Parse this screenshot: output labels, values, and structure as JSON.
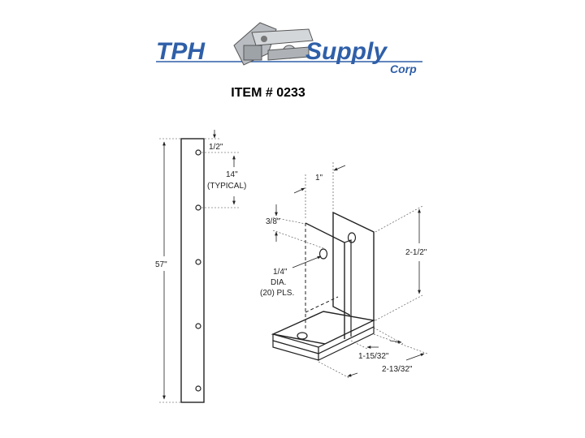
{
  "logo": {
    "brand_left": "TPH",
    "brand_right": "Supply",
    "brand_sub": "Corp",
    "primary_color": "#2f5fa8",
    "secondary_color": "#8a8f96"
  },
  "item": {
    "title": "ITEM # 0233"
  },
  "dimensions": {
    "strip_length": "57\"",
    "top_offset": "1/2\"",
    "spacing": "14\"",
    "spacing_note": "(TYPICAL)",
    "bracket_thickness": "1\"",
    "hole_offset": "3/8\"",
    "hole_diameter": "1/4\"",
    "hole_dia_label": "DIA.",
    "hole_count": "(20) PLS.",
    "bracket_height": "2-1/2\"",
    "flange_width": "1-15/32\"",
    "overall_width": "2-13/32\""
  }
}
